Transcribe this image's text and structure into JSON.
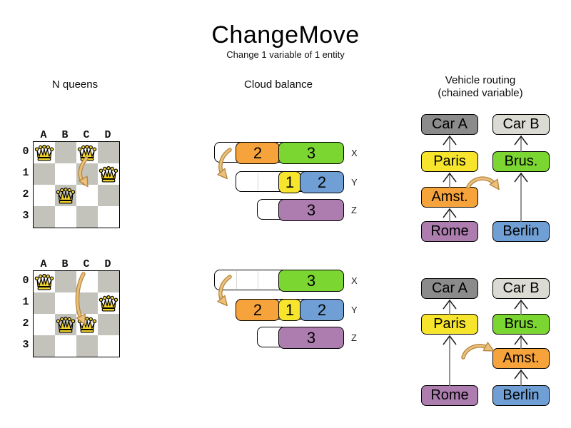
{
  "title": "ChangeMove",
  "subtitle": "Change 1 variable of 1 entity",
  "sections": {
    "nqueens": {
      "label": "N queens"
    },
    "cloud": {
      "label": "Cloud balance"
    },
    "vehicle": {
      "label": "Vehicle routing",
      "sublabel": "(chained variable)"
    }
  },
  "colors": {
    "orange": "#f7a33b",
    "green": "#7cd631",
    "yellow": "#f7e52d",
    "blue": "#6f9fd5",
    "purple": "#ac7dae",
    "car_a_gray": "#8b8b8b",
    "car_b_gray": "#dbdbd3",
    "board_gray": "#c3c3bc",
    "queen_gold": "#f2d32b",
    "arrow_tan": "#eac07c",
    "arrow_tan_dark": "#b4853b"
  },
  "nqueens": {
    "column_labels": [
      "A",
      "B",
      "C",
      "D"
    ],
    "row_labels": [
      "0",
      "1",
      "2",
      "3"
    ],
    "boards": [
      {
        "name": "before",
        "queens": [
          {
            "col": 0,
            "row": 0
          },
          {
            "col": 2,
            "row": 0
          },
          {
            "col": 3,
            "row": 1
          },
          {
            "col": 1,
            "row": 2
          }
        ]
      },
      {
        "name": "after",
        "queens": [
          {
            "col": 0,
            "row": 0
          },
          {
            "col": 1,
            "row": 2
          },
          {
            "col": 2,
            "row": 2
          },
          {
            "col": 3,
            "row": 1
          }
        ]
      }
    ]
  },
  "cloud": {
    "states": [
      {
        "name": "before",
        "rows": [
          {
            "label": "X",
            "offset": 0,
            "slots": 6,
            "empty": 1,
            "blocks": [
              {
                "value": "2",
                "color": "orange",
                "slots": 2
              },
              {
                "value": "3",
                "color": "green",
                "slots": 3
              }
            ]
          },
          {
            "label": "Y",
            "offset": 1,
            "slots": 5,
            "empty": 2,
            "blocks": [
              {
                "value": "1",
                "color": "yellow",
                "slots": 1
              },
              {
                "value": "2",
                "color": "blue",
                "slots": 2
              }
            ]
          },
          {
            "label": "Z",
            "offset": 2,
            "slots": 4,
            "empty": 1,
            "blocks": [
              {
                "value": "3",
                "color": "purple",
                "slots": 3
              }
            ]
          }
        ]
      },
      {
        "name": "after",
        "rows": [
          {
            "label": "X",
            "offset": 0,
            "slots": 6,
            "empty": 3,
            "blocks": [
              {
                "value": "3",
                "color": "green",
                "slots": 3
              }
            ]
          },
          {
            "label": "Y",
            "offset": 1,
            "slots": 5,
            "empty": 0,
            "blocks": [
              {
                "value": "2",
                "color": "orange",
                "slots": 2
              },
              {
                "value": "1",
                "color": "yellow",
                "slots": 1
              },
              {
                "value": "2",
                "color": "blue",
                "slots": 2
              }
            ]
          },
          {
            "label": "Z",
            "offset": 2,
            "slots": 4,
            "empty": 1,
            "blocks": [
              {
                "value": "3",
                "color": "purple",
                "slots": 3
              }
            ]
          }
        ]
      }
    ]
  },
  "vehicle": {
    "states": [
      {
        "name": "before",
        "chains": [
          {
            "name": "car-a-chain",
            "boxes": [
              {
                "label": "Car A",
                "color": "car_a_gray",
                "row": 0
              },
              {
                "label": "Paris",
                "color": "yellow",
                "row": 1
              },
              {
                "label": "Amst.",
                "color": "orange",
                "row": 2
              },
              {
                "label": "Rome",
                "color": "purple",
                "row": 3
              }
            ]
          },
          {
            "name": "car-b-chain",
            "boxes": [
              {
                "label": "Car B",
                "color": "car_b_gray",
                "row": 0
              },
              {
                "label": "Brus.",
                "color": "green",
                "row": 1
              },
              {
                "label": "Berlin",
                "color": "blue",
                "row": 3
              }
            ]
          }
        ]
      },
      {
        "name": "after",
        "chains": [
          {
            "name": "car-a-chain",
            "boxes": [
              {
                "label": "Car A",
                "color": "car_a_gray",
                "row": 0
              },
              {
                "label": "Paris",
                "color": "yellow",
                "row": 1
              },
              {
                "label": "Rome",
                "color": "purple",
                "row": 3
              }
            ]
          },
          {
            "name": "car-b-chain",
            "boxes": [
              {
                "label": "Car B",
                "color": "car_b_gray",
                "row": 0
              },
              {
                "label": "Brus.",
                "color": "green",
                "row": 1
              },
              {
                "label": "Amst.",
                "color": "orange",
                "row": 2
              },
              {
                "label": "Berlin",
                "color": "blue",
                "row": 3
              }
            ]
          }
        ]
      }
    ]
  }
}
